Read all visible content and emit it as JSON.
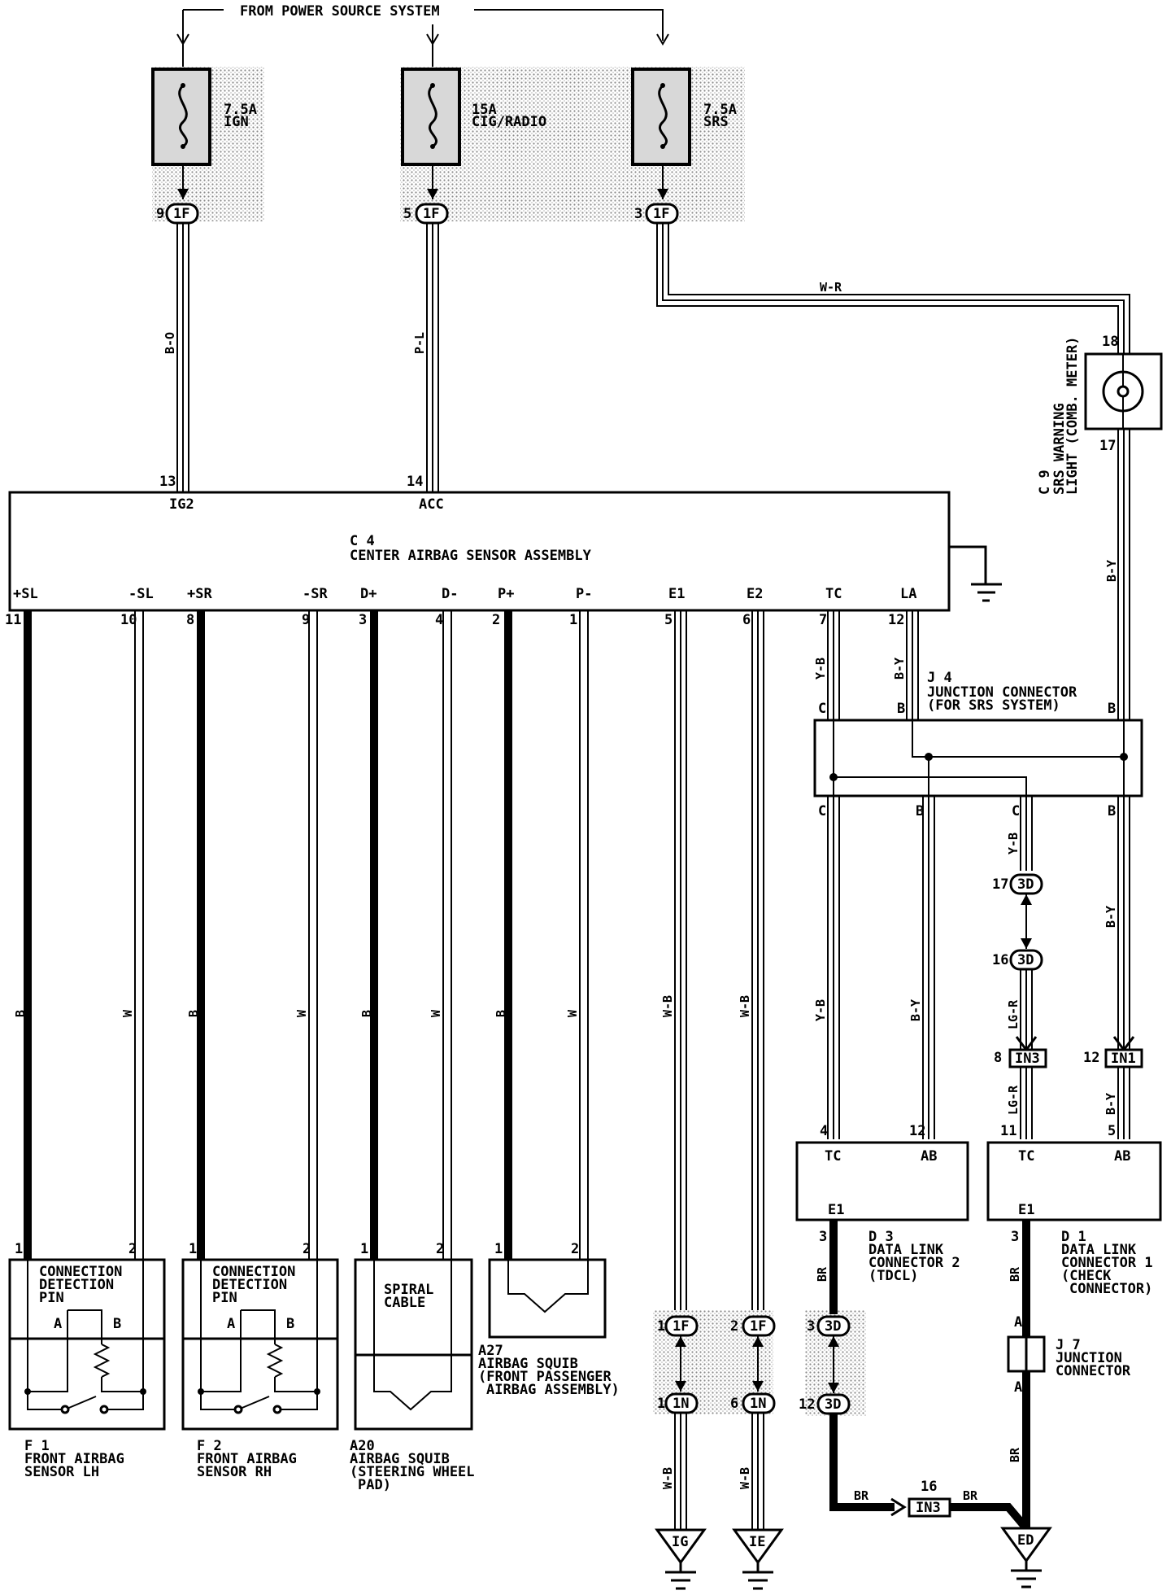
{
  "header": {
    "power_source": "FROM POWER SOURCE SYSTEM"
  },
  "fuses": [
    {
      "rating": "7.5A",
      "name": "IGN",
      "pin": "9",
      "conn": "1F"
    },
    {
      "rating": "15A",
      "name": "CIG/RADIO",
      "pin": "5",
      "conn": "1F"
    },
    {
      "rating": "7.5A",
      "name": "SRS",
      "pin": "3",
      "conn": "1F"
    }
  ],
  "wires": {
    "bo": "B-O",
    "pl": "P-L",
    "wr": "W-R",
    "by": "B-Y",
    "yb": "Y-B",
    "b": "B",
    "w": "W",
    "wb": "W-B",
    "lgr": "LG-R",
    "br": "BR"
  },
  "c4": {
    "code": "C 4",
    "name": "CENTER AIRBAG SENSOR ASSEMBLY",
    "top_pins": [
      {
        "num": "13",
        "label": "IG2"
      },
      {
        "num": "14",
        "label": "ACC"
      }
    ],
    "bottom_pins": [
      {
        "num": "11",
        "label": "+SL"
      },
      {
        "num": "10",
        "label": "-SL"
      },
      {
        "num": "8",
        "label": "+SR"
      },
      {
        "num": "9",
        "label": "-SR"
      },
      {
        "num": "3",
        "label": "D+"
      },
      {
        "num": "4",
        "label": "D-"
      },
      {
        "num": "2",
        "label": "P+"
      },
      {
        "num": "1",
        "label": "P-"
      },
      {
        "num": "5",
        "label": "E1"
      },
      {
        "num": "6",
        "label": "E2"
      },
      {
        "num": "7",
        "label": "TC"
      },
      {
        "num": "12",
        "label": "LA"
      }
    ]
  },
  "c9": {
    "code": "C 9",
    "line1": "SRS WARNING",
    "line2": "LIGHT (COMB. METER)",
    "pin_top": "18",
    "pin_bottom": "17"
  },
  "j4": {
    "code": "J 4",
    "line1": "JUNCTION CONNECTOR",
    "line2": "(FOR SRS SYSTEM)",
    "pins": [
      "C",
      "B",
      "B",
      "C",
      "B",
      "C",
      "B"
    ]
  },
  "inline_connectors": [
    {
      "pin": "17",
      "conn": "3D"
    },
    {
      "pin": "16",
      "conn": "3D"
    },
    {
      "pin": "8",
      "conn": "IN3"
    },
    {
      "pin": "12",
      "conn": "IN1"
    },
    {
      "pin": "1",
      "conn": "1F"
    },
    {
      "pin": "2",
      "conn": "1F"
    },
    {
      "pin": "1",
      "conn": "1N"
    },
    {
      "pin": "6",
      "conn": "1N"
    },
    {
      "pin": "3",
      "conn": "3D"
    },
    {
      "pin": "12",
      "conn": "3D"
    },
    {
      "pin": "16",
      "conn": "IN3"
    }
  ],
  "d3": {
    "code": "D 3",
    "line1": "DATA LINK",
    "line2": "CONNECTOR 2",
    "line3": "(TDCL)",
    "pins": [
      {
        "num": "4",
        "label": "TC"
      },
      {
        "num": "12",
        "label": "AB"
      },
      {
        "num": "3",
        "label": "E1"
      }
    ]
  },
  "d1": {
    "code": "D 1",
    "line1": "DATA LINK",
    "line2": "CONNECTOR 1",
    "line3": "(CHECK",
    "line4": "CONNECTOR)",
    "pins": [
      {
        "num": "11",
        "label": "TC"
      },
      {
        "num": "5",
        "label": "AB"
      },
      {
        "num": "3",
        "label": "E1"
      }
    ]
  },
  "j7": {
    "code": "J 7",
    "line1": "JUNCTION",
    "line2": "CONNECTOR",
    "pin": "A"
  },
  "sensors": [
    {
      "code": "F 1",
      "line1": "FRONT AIRBAG",
      "line2": "SENSOR LH"
    },
    {
      "code": "F 2",
      "line1": "FRONT AIRBAG",
      "line2": "SENSOR RH"
    }
  ],
  "sensor_inner": {
    "line1": "CONNECTION",
    "line2": "DETECTION",
    "line3": "PIN",
    "a": "A",
    "b": "B"
  },
  "squib_a20": {
    "code": "A20",
    "line1": "AIRBAG SQUIB",
    "line2": "(STEERING WHEEL",
    "line3": "PAD)",
    "inner1": "SPIRAL",
    "inner2": "CABLE"
  },
  "squib_a27": {
    "code": "A27",
    "line1": "AIRBAG SQUIB",
    "line2": "(FRONT PASSENGER",
    "line3": "AIRBAG ASSEMBLY)"
  },
  "device_pins": {
    "p1": "1",
    "p2": "2"
  },
  "grounds": [
    "IG",
    "IE",
    "ED"
  ]
}
